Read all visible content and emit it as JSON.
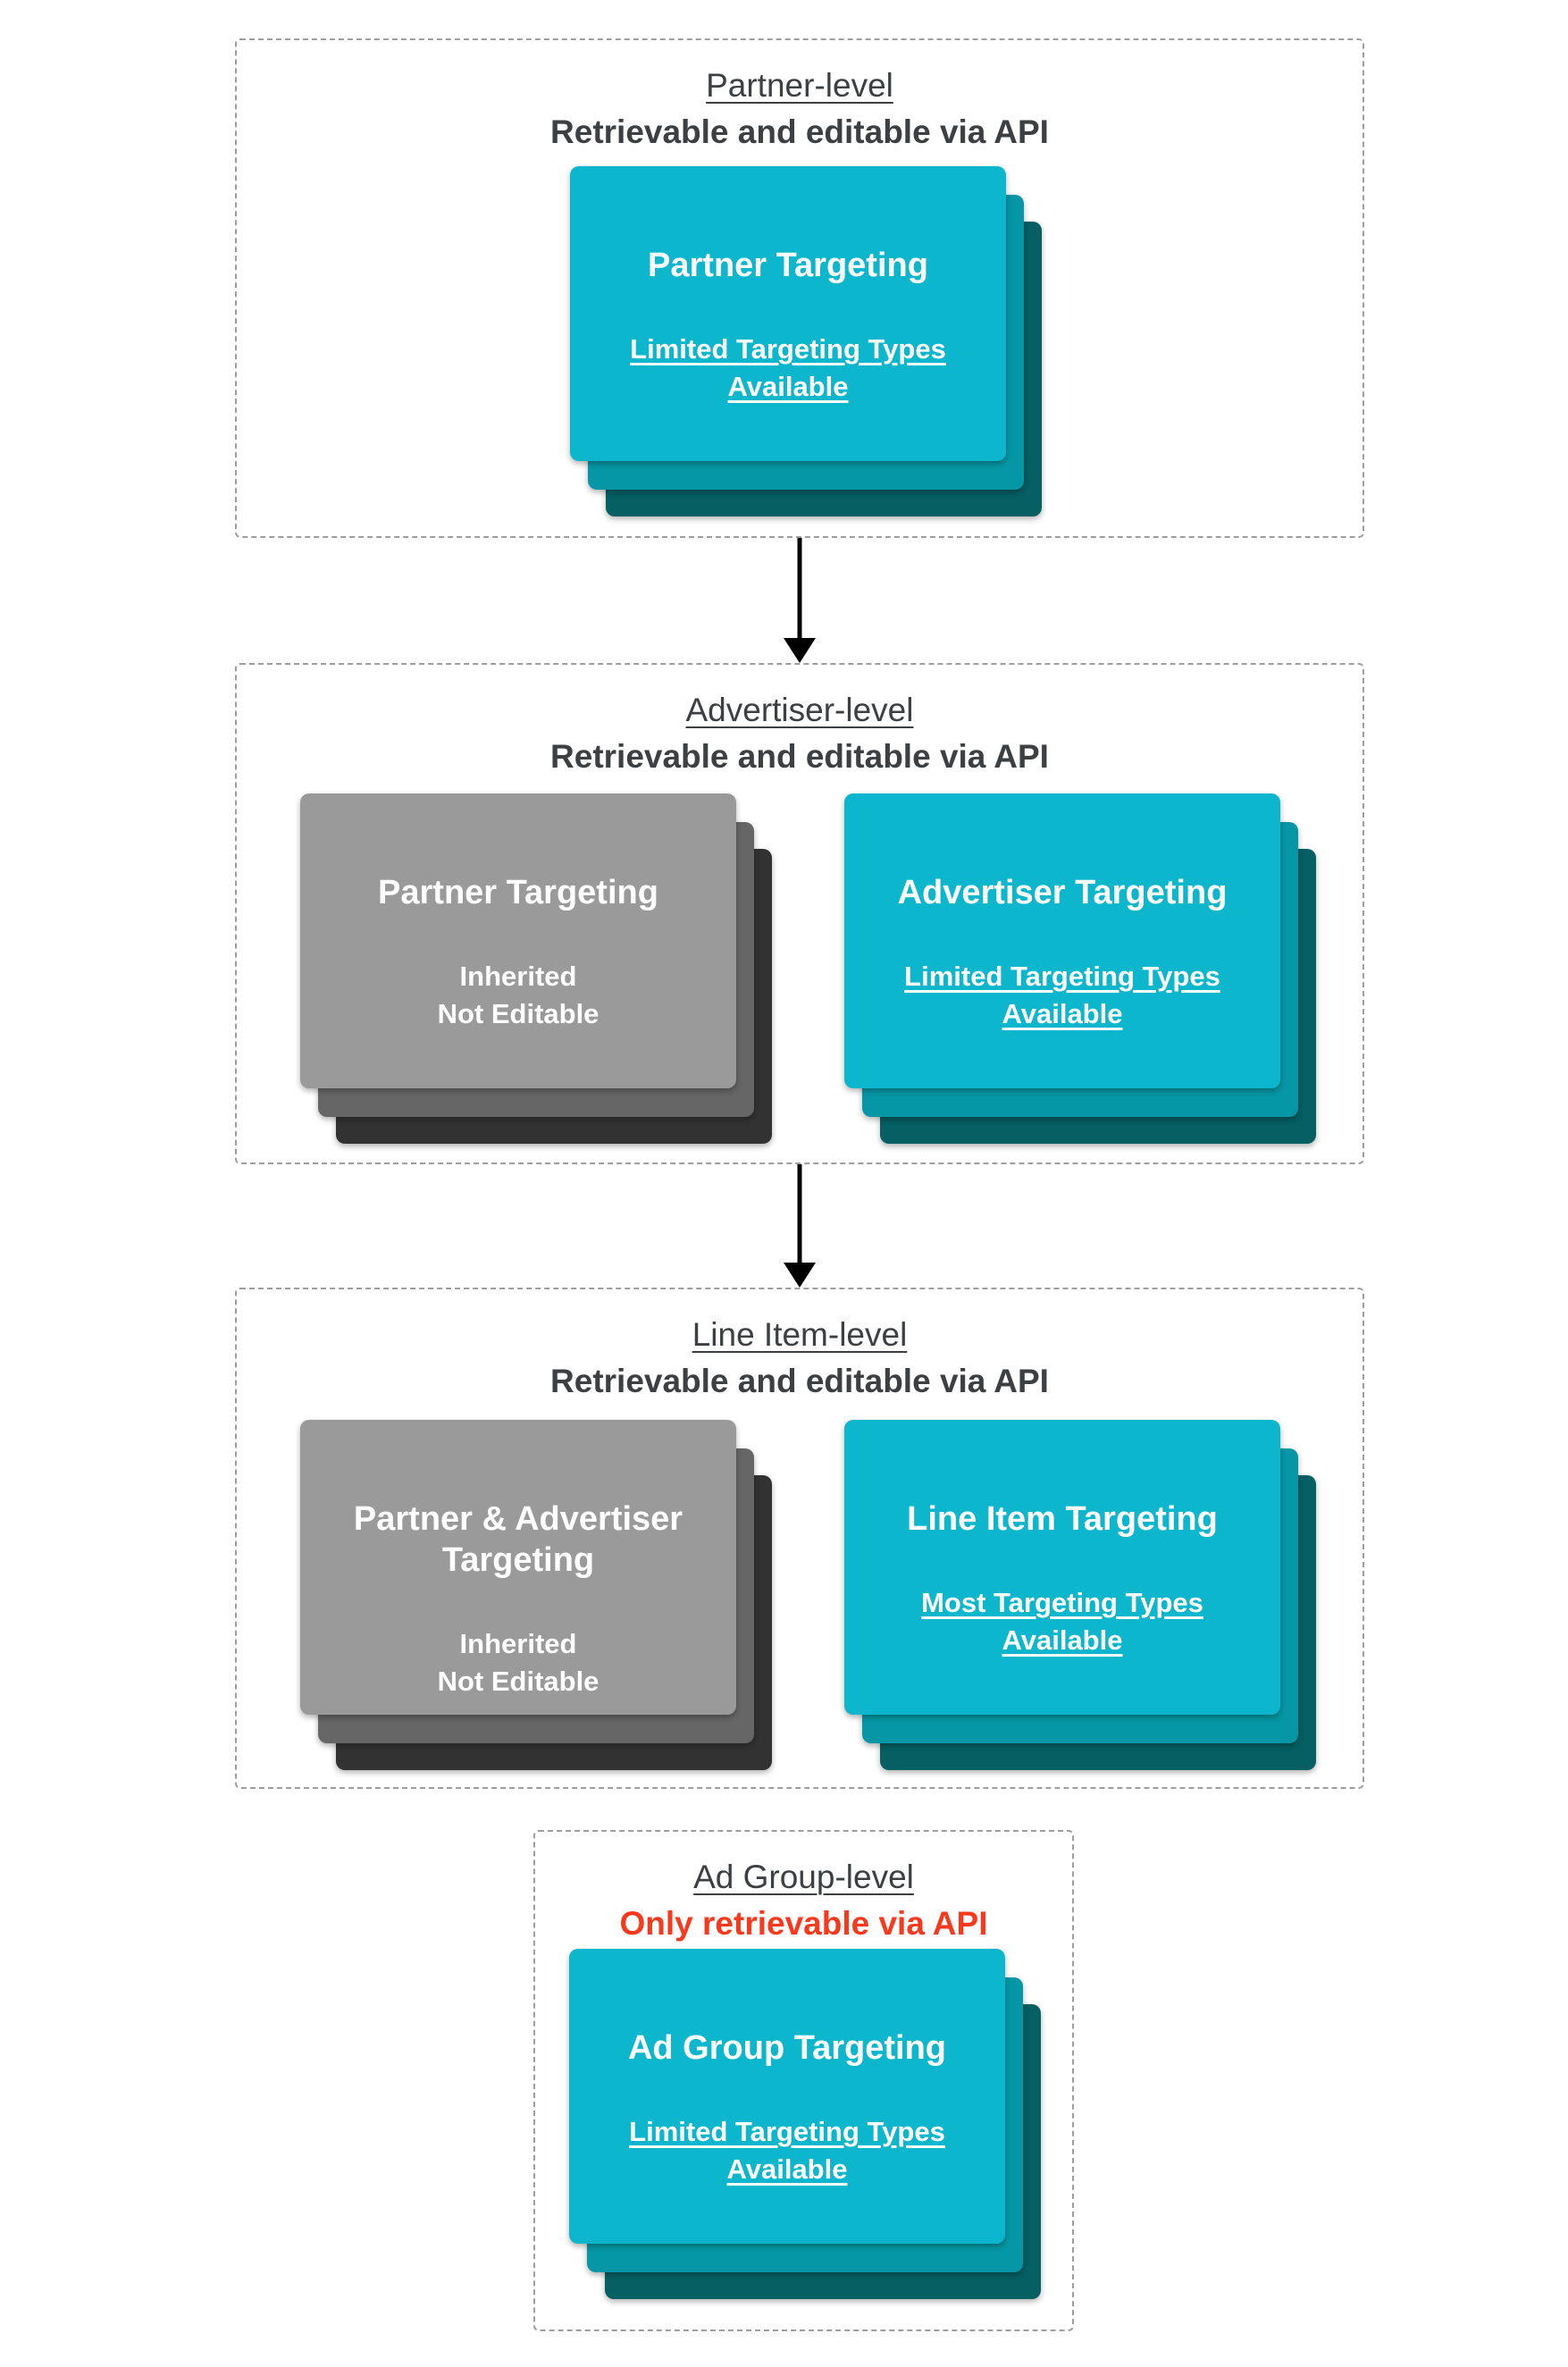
{
  "colors": {
    "page-bg": "#ffffff",
    "section-bg": "#ffffff",
    "border-gray": "#9e9e9e",
    "text-dark": "#3c4043",
    "accent-red": "#f8391d",
    "card-text": "#ffffff",
    "arrow-black": "#000000",
    "cyan-front": "#0cb6cd",
    "cyan-mid": "#0597a5",
    "cyan-back": "#055f63",
    "gray-front": "#9a9a9a",
    "gray-mid": "#666666",
    "gray-back": "#323232"
  },
  "sections": [
    {
      "title": "Partner-level",
      "subtitle": "Retrievable and editable via API",
      "cards": [
        {
          "variant": "cyan",
          "title": "Partner Targeting",
          "line1": "Limited Targeting Types",
          "line2": "Available"
        }
      ]
    },
    {
      "title": "Advertiser-level",
      "subtitle": "Retrievable and editable via API",
      "cards": [
        {
          "variant": "gray",
          "title": "Partner Targeting",
          "line1": "Inherited",
          "line2": "Not Editable"
        },
        {
          "variant": "cyan",
          "title": "Advertiser Targeting",
          "line1": "Limited Targeting Types",
          "line2": "Available"
        }
      ]
    },
    {
      "title": "Line Item-level",
      "subtitle": "Retrievable and editable via API",
      "cards": [
        {
          "variant": "gray",
          "title": "Partner & Advertiser Targeting",
          "line1": "Inherited",
          "line2": "Not Editable"
        },
        {
          "variant": "cyan",
          "title": "Line Item Targeting",
          "line1": "Most Targeting Types",
          "line2": "Available"
        }
      ]
    },
    {
      "title": "Ad Group-level",
      "subtitle": "Only retrievable via API",
      "cards": [
        {
          "variant": "cyan",
          "title": "Ad Group Targeting",
          "line1": "Limited Targeting Types",
          "line2": "Available"
        }
      ]
    }
  ]
}
